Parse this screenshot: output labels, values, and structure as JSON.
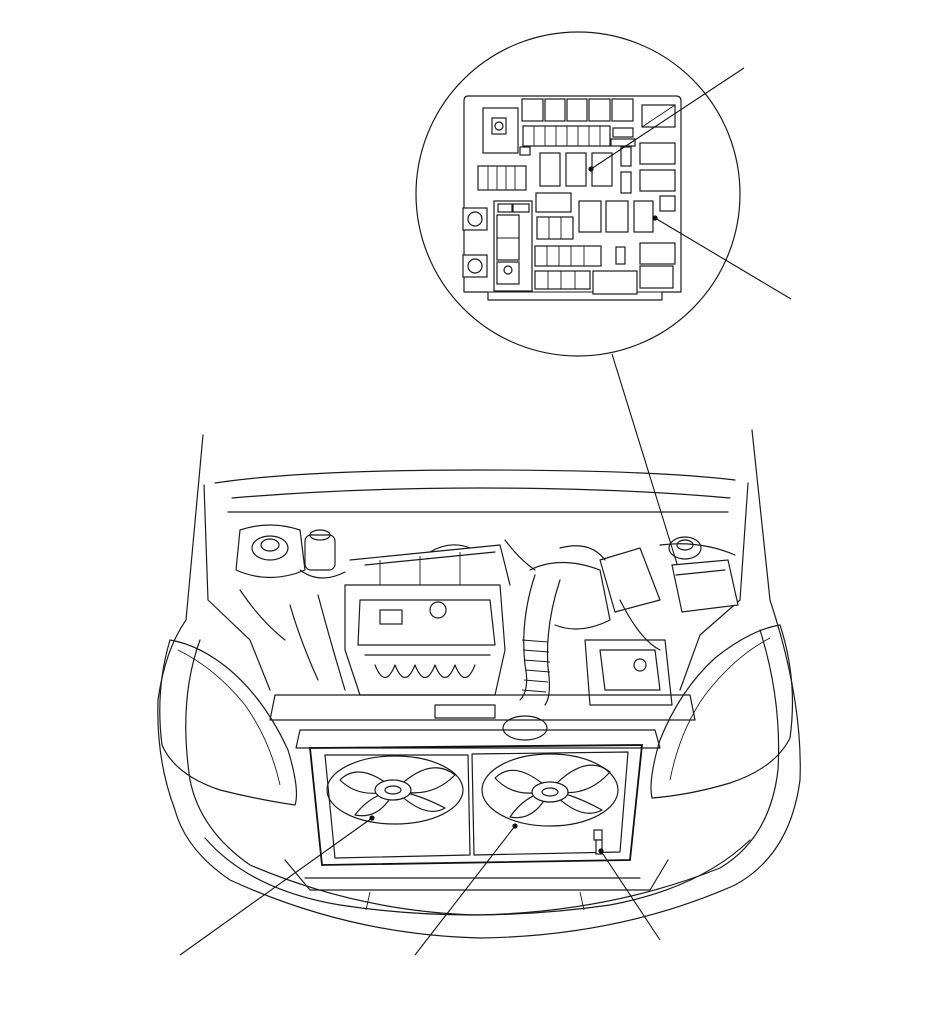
{
  "diagram": {
    "subject": "engine-compartment-overview",
    "callouts": [
      {
        "id": "fuse-box-relay-upper",
        "label": ""
      },
      {
        "id": "fuse-box-relay-lower",
        "label": ""
      },
      {
        "id": "fan-motor-left",
        "label": ""
      },
      {
        "id": "fan-motor-right",
        "label": ""
      },
      {
        "id": "temperature-switch",
        "label": ""
      }
    ]
  }
}
